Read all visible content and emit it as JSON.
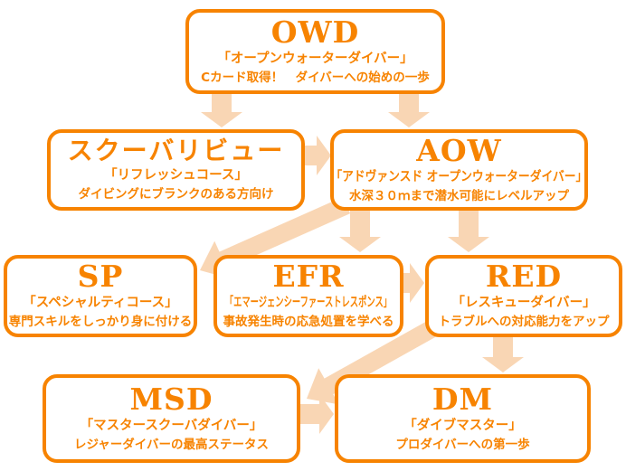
{
  "diagram": {
    "nodes": {
      "owd": {
        "title": "OWD",
        "subtitle": "「オープンウォーターダイバー」",
        "description": "Cカード取得！　ダイバーへの始めの一歩"
      },
      "review": {
        "title": "スクーバリビュー",
        "subtitle": "「リフレッシュコース」",
        "description": "ダイビングにブランクのある方向け"
      },
      "aow": {
        "title": "AOW",
        "subtitle": "「アドヴァンスド オープンウォーターダイバー」",
        "description": "水深３０ｍまで潜水可能にレベルアップ"
      },
      "sp": {
        "title": "SP",
        "subtitle": "「スペシャルティコース」",
        "description": "専門スキルをしっかり身に付ける"
      },
      "efr": {
        "title": "EFR",
        "subtitle": "「エマージェンシーファーストレスポンス」",
        "description": "事故発生時の応急処置を学べる"
      },
      "red": {
        "title": "RED",
        "subtitle": "「レスキューダイバー」",
        "description": "トラブルへの対応能力をアップ"
      },
      "msd": {
        "title": "MSD",
        "subtitle": "「マスタースクーバダイバー」",
        "description": "レジャーダイバーの最高ステータス"
      },
      "dm": {
        "title": "DM",
        "subtitle": "「ダイブマスター」",
        "description": "プロダイバーへの第一歩"
      }
    },
    "edges": [
      {
        "from": "owd",
        "to": "review"
      },
      {
        "from": "owd",
        "to": "aow"
      },
      {
        "from": "review",
        "to": "aow"
      },
      {
        "from": "aow",
        "to": "sp"
      },
      {
        "from": "aow",
        "to": "efr"
      },
      {
        "from": "aow",
        "to": "red"
      },
      {
        "from": "efr",
        "to": "red"
      },
      {
        "from": "red",
        "to": "msd"
      },
      {
        "from": "red",
        "to": "dm"
      },
      {
        "from": "msd",
        "to": "dm"
      }
    ],
    "colors": {
      "accent": "#F78300",
      "arrow": "#F9D6B4",
      "background": "#FFFFFF"
    }
  }
}
